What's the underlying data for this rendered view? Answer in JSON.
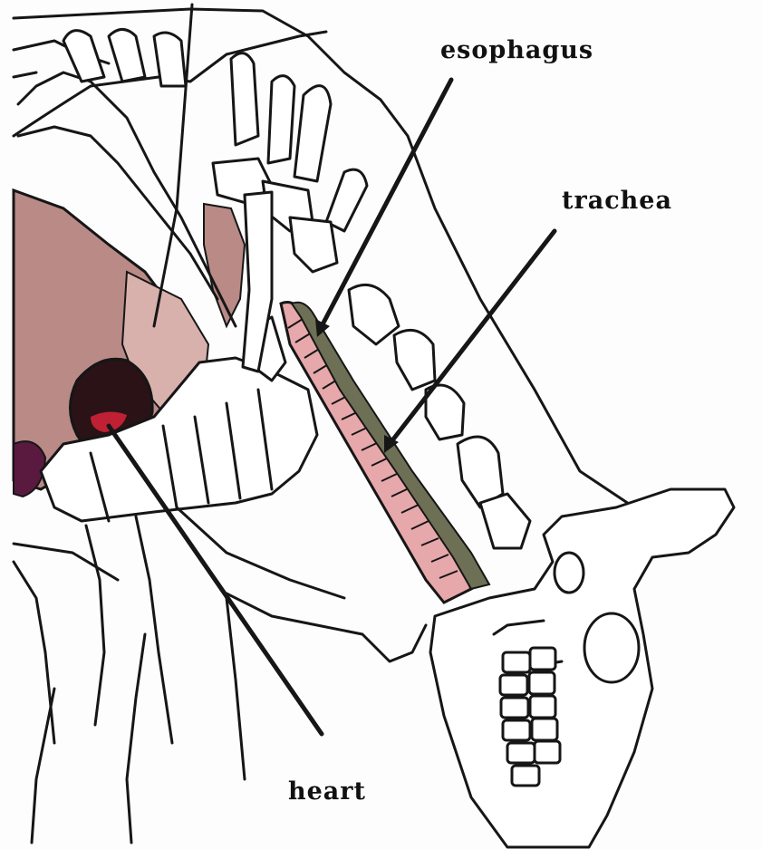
{
  "labels": {
    "esophagus": "esophagus",
    "trachea": "trachea",
    "heart": "heart"
  },
  "colors": {
    "lung_tissue": "#b98a86",
    "lung_light": "#d8b1ad",
    "heart_dark": "#2a1216",
    "heart_red": "#c02033",
    "heart_purple": "#5a1a40",
    "trachea_pink": "#e7a8ab",
    "esophagus_olive": "#6d7055",
    "ink": "#161616"
  }
}
